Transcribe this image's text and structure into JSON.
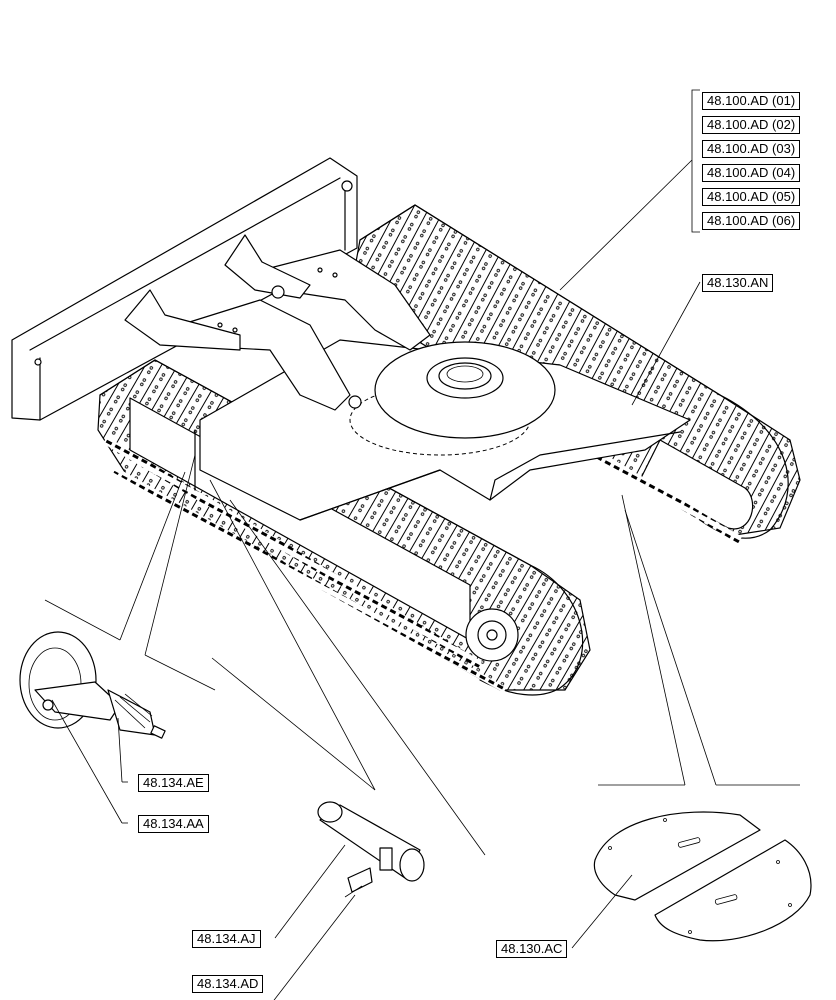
{
  "labels": {
    "ad01": "48.100.AD (01)",
    "ad02": "48.100.AD (02)",
    "ad03": "48.100.AD (03)",
    "ad04": "48.100.AD (04)",
    "ad05": "48.100.AD (05)",
    "ad06": "48.100.AD (06)",
    "an": "48.130.AN",
    "ae": "48.134.AE",
    "aa": "48.134.AA",
    "aj": "48.134.AJ",
    "ad": "48.134.AD",
    "ac": "48.130.AC"
  }
}
